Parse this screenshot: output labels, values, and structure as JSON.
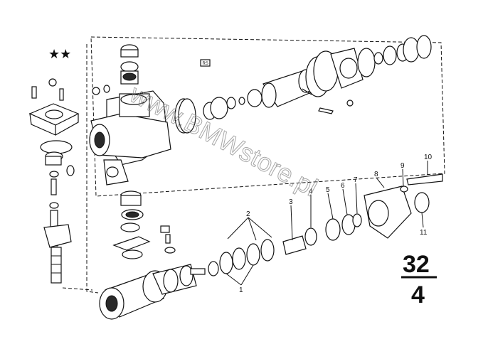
{
  "diagram": {
    "section_top": "32",
    "section_bottom": "4",
    "stars": "★★",
    "small_box_label": "RS",
    "watermark": "www.BMWstore.pl",
    "callouts": [
      "1",
      "2",
      "3",
      "4",
      "5",
      "6",
      "7",
      "8",
      "9",
      "10",
      "11"
    ]
  }
}
